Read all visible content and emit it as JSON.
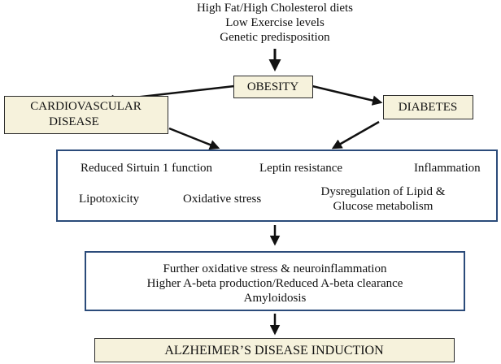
{
  "causes": [
    "High Fat/High Cholesterol diets",
    "Low Exercise levels",
    "Genetic predisposition"
  ],
  "obesity": "OBESITY",
  "cardio": [
    "CARDIOVASCULAR",
    "DISEASE"
  ],
  "diabetes": "DIABETES",
  "mechanisms": {
    "sirtuin": "Reduced Sirtuin 1 function",
    "leptin": "Leptin resistance",
    "inflammation": "Inflammation",
    "lipotoxicity": "Lipotoxicity",
    "oxidative": "Oxidative stress",
    "dysregulation": [
      "Dysregulation of Lipid &",
      "Glucose metabolism"
    ]
  },
  "consequences": [
    "Further oxidative stress & neuroinflammation",
    "Higher A-beta production/Reduced A-beta clearance",
    "Amyloidosis"
  ],
  "outcome": "ALZHEIMER’S DISEASE INDUCTION"
}
